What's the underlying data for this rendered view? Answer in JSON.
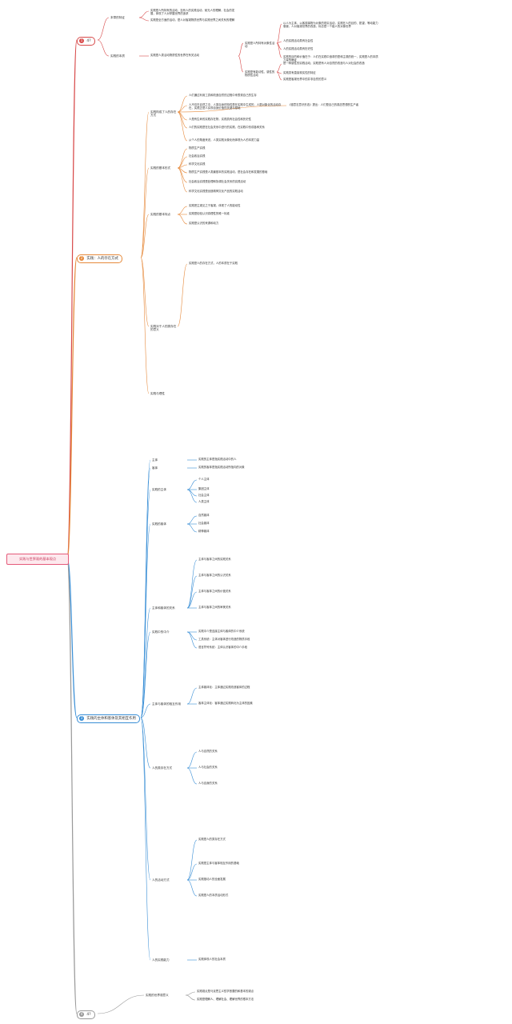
{
  "root": "实践与世界观的基本观点",
  "branches": [
    {
      "num": "1",
      "label": "4?",
      "color": "#d84b4b"
    },
    {
      "num": "2",
      "label": "实践：人的存在方式",
      "color": "#e68a3c"
    },
    {
      "num": "3",
      "label": "实践的主体和客体及其相互作用",
      "color": "#3a8fd6"
    },
    {
      "num": "4",
      "label": "4?",
      "color": "#999999"
    }
  ],
  "b1": {
    "labels": [
      "本章的特征",
      "实践的本质"
    ],
    "items": [
      "实践是人所特有的活动，没有人的实践活动，就无人的理解，社会的发展，体现了人对掌握世界的追求",
      "实践是全方面的活动，是人对客观物质世界与实践世界之间关系的理解",
      "实践是人类活动物质性的世界在有关活动",
      "实践是人所特有对象性活动",
      "以人为主体，以客观事物为对象的现实活动，实践在人的目的、愿望，等动能力驱使，人对客观世界的改造，标志是一个能人的对象世界",
      "人的实践活动具有社会性",
      "人的实践活动具有历史性",
      "实践的目的和价值在于：人们在实践中追求的是和主观的统一，实践是人的本质力量的确证",
      "实践是有能动性、感性的物质性活动",
      "是一种感性的实践活动；实践是有人对自然的改造与人对社会的改造",
      "实践具有直接现实性的特征",
      "实践是客观世界中的并非自然的意义"
    ]
  },
  "b2": {
    "labels": [
      "实践构成了人的存在方式",
      "实践的基本形式",
      "实践的基本特点",
      "实践对于人的类存在的意义",
      "实践与理性"
    ],
    "items": [
      "人们通过利用工具和改造自然的过程中来表现自己的生存",
      "人不仅在自然之中，人类自身的特性是在实践中生成的，人是对象化的活动存在，实践正是人实现自身价值的关键与基础",
      "《德意志意识形态》提出：人们是自己的观念思想的生产者",
      "人是有生命的实践存在物，实践具有社会性和历史性",
      "人们的实践是在社会关系中进行的实践，在实践中形成各种关系",
      "从个人的角度来说，人类实践对象化而体现为人的本质力量",
      "物质生产实践",
      "社会政治实践",
      "科学文化实践",
      "物质生产实践是人类最基本的实践活动，是社会存在和发展的基础",
      "社会政治实践是处理和协调社会关系的实践活动",
      "科学文化实践是创造精神文化产品的实践活动",
      "实践把主观见之于客观，体现了人的能动性",
      "实践是检验认识真理性的唯一标准",
      "实践是认识的来源和动力",
      "实践是人的存在方式，人的本质在于实践"
    ]
  },
  "b3": {
    "labels": [
      "主体",
      "客体",
      "实践的主体",
      "实践的客体",
      "主体和客体的关系",
      "实践中的中介",
      "主体与客体的相互作用",
      "人的类存在方式",
      "人的活动方式",
      "人的实践能力"
    ],
    "items": [
      "实践的主体是指实践活动中的人",
      "实践的客体是指实践活动所指向的对象",
      "个人主体",
      "集团主体",
      "社会主体",
      "人类主体",
      "自然客体",
      "社会客体",
      "精神客体",
      "主体与客体之间的实践关系",
      "主体与客体之间的认识关系",
      "主体与客体之间的价值关系",
      "主体与客体之间的审美关系",
      "实践中介是连接主体与客体的中介系统",
      "工具系统：主体对客体进行改造的物质手段",
      "语言符号系统：主体认识客体的中介手段",
      "主体客体化：主体通过实践改造客体的过程",
      "客体主体化：客体通过实践转化为主体的因素",
      "人与自然的关系",
      "人与社会的关系",
      "人与自身的关系",
      "实践是人的类存在方式",
      "实践是主体与客体相互作用的基础",
      "实践推动人的全面发展",
      "实践是人的本质活动形式",
      "实践体现人的社会本质"
    ]
  },
  "b4": {
    "labels": [
      "实践的世界观意义"
    ],
    "items": [
      "实践观点是马克思主义哲学首要的和基本的观点",
      "实践是理解人、理解社会、理解世界的根本方法"
    ]
  }
}
